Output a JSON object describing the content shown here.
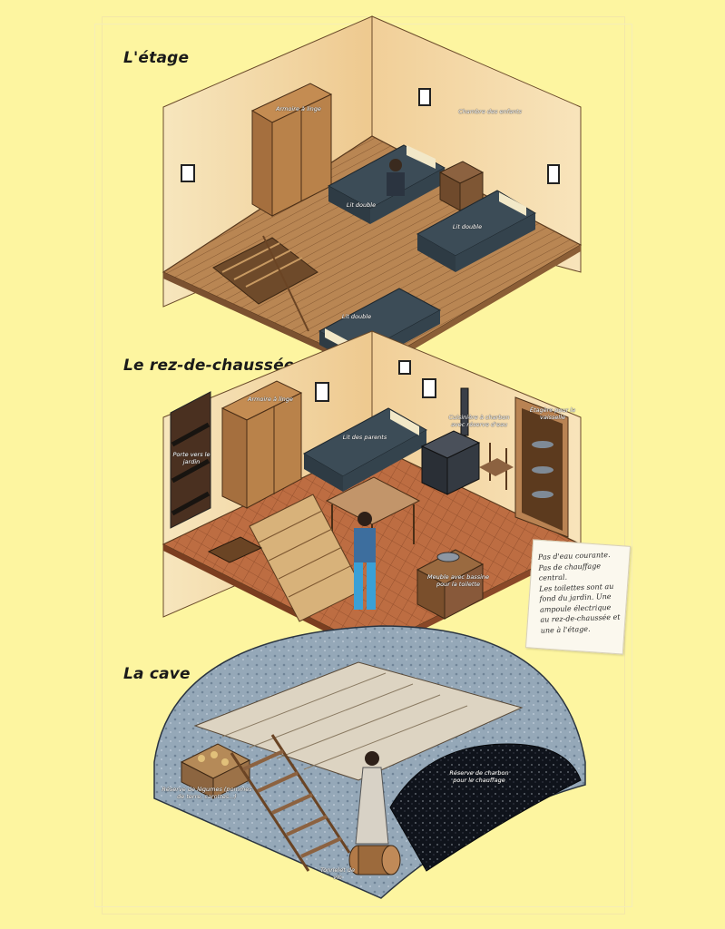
{
  "levels": {
    "etage": {
      "title": "L'étage",
      "labels": {
        "armoire": "Armoire à linge",
        "chambre": "Chambre des enfants",
        "lit1": "Lit double",
        "lit2": "Lit double",
        "lit3": "Lit double"
      }
    },
    "rdc": {
      "title": "Le rez-de-chaussée",
      "labels": {
        "armoire": "Armoire à linge",
        "porte": "Porte vers le jardin",
        "lit": "Lit des parents",
        "cuisiniere": "Cuisinière à charbon avec réserve d'eau",
        "etagere": "Étagère pour la vaisselle",
        "meuble": "Meuble avec bassine pour la toilette"
      }
    },
    "cave": {
      "title": "La cave",
      "labels": {
        "reserve_legumes": "Réserve de légumes (pommes de terre, carottes...)",
        "charbon": "Réserve de charbon pour le chauffage",
        "tonnelet": "Tonnelet de vin"
      }
    }
  },
  "note": {
    "text": "Pas d'eau courante.\nPas de chauffage central.\nLes toilettes sont au fond du jardin. Une ampoule électrique au rez-de-chaussée et une à l'étage."
  },
  "colors": {
    "background": "#fdf5a0",
    "wall": "#f2d9a6",
    "floor_wood": "#b88554",
    "tile": "#b9683e",
    "bed": "#3a4a55",
    "cave_stone": "#8fa2b3",
    "coal": "#141820"
  }
}
